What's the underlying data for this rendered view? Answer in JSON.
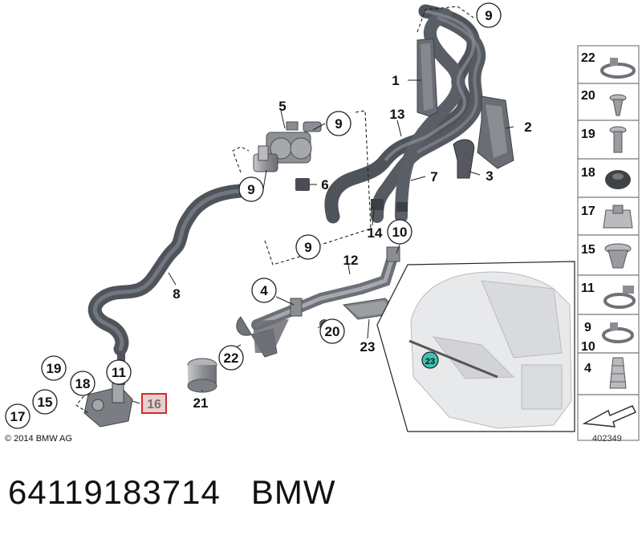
{
  "copyright": "© 2014 BMW AG",
  "diagram_number": "402349",
  "caption": {
    "part_number": "64119183714",
    "brand": "BMW"
  },
  "callouts": {
    "c9a": "9",
    "c9b": "9",
    "c9c": "9",
    "c9d": "9",
    "c1": "1",
    "c2": "2",
    "c3": "3",
    "c4": "4",
    "c5": "5",
    "c6": "6",
    "c7": "7",
    "c8": "8",
    "c10": "10",
    "c11": "11",
    "c12": "12",
    "c13": "13",
    "c14": "14",
    "c15": "15",
    "c16": "16",
    "c17": "17",
    "c18": "18",
    "c19": "19",
    "c20": "20",
    "c21": "21",
    "c22": "22",
    "c23": "23",
    "c23inset": "23"
  },
  "side_panel": [
    {
      "label": "22",
      "icon": "hose-clamp-icon"
    },
    {
      "label": "20",
      "icon": "screw-icon"
    },
    {
      "label": "19",
      "icon": "bolt-icon"
    },
    {
      "label": "18",
      "icon": "grommet-icon"
    },
    {
      "label": "17",
      "icon": "clip-nut-icon"
    },
    {
      "label": "15",
      "icon": "expanding-rivet-icon"
    },
    {
      "label": "11",
      "icon": "spring-clamp-icon"
    },
    {
      "label": "9",
      "label2": "10",
      "icon": "hose-clamp-icon"
    },
    {
      "label": "4",
      "icon": "expanding-nut-icon"
    },
    {
      "label": "",
      "icon": "arrow-icon"
    }
  ],
  "colors": {
    "hose": "#5c6068",
    "hose_highlight": "#8a8e96",
    "part_grey": "#9a9ca0",
    "highlight_box": "#d22b2b",
    "inset_badge": "#3fc2b4"
  }
}
